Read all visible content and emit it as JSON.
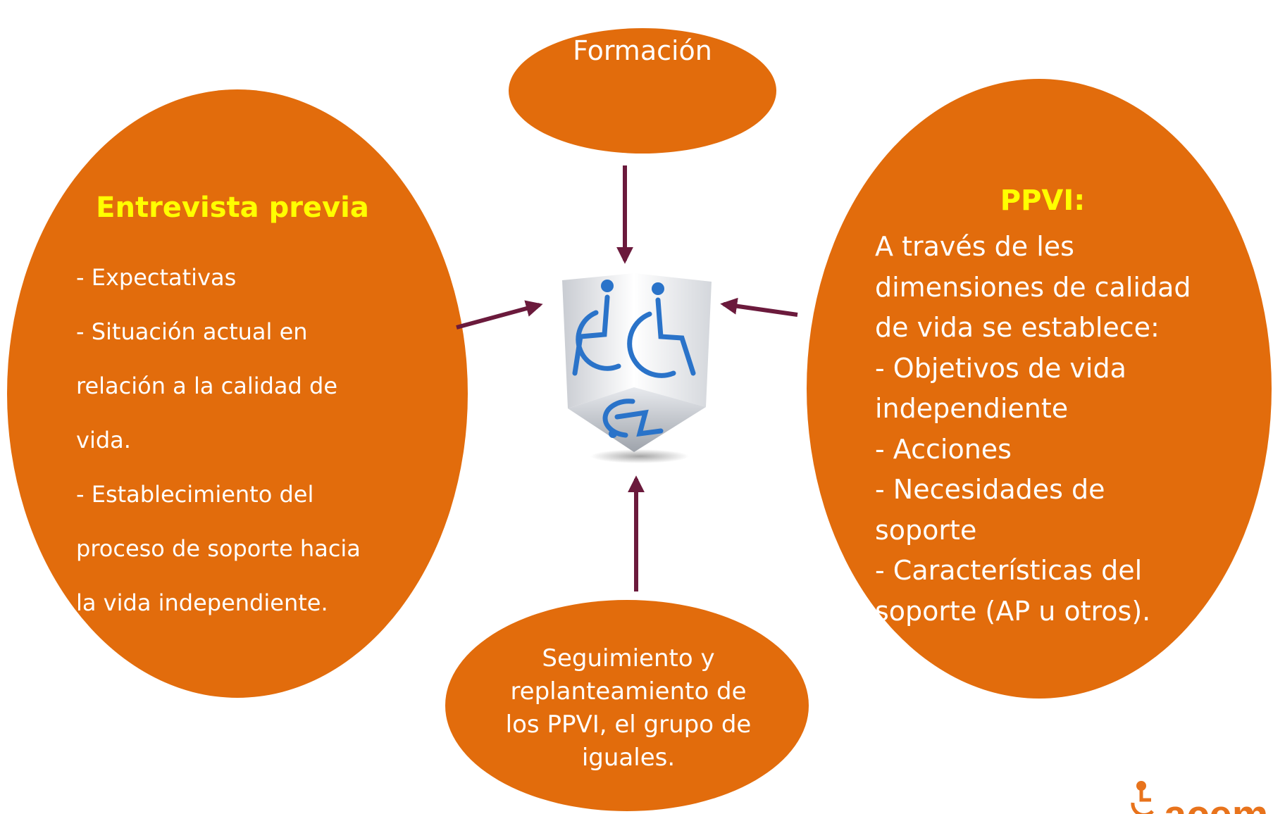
{
  "colors": {
    "node_fill": "#e26c0c",
    "arrow": "#6b1a3c",
    "title_highlight": "#ffff00",
    "text": "#ffffff",
    "logo": "#e8731c",
    "icon_blue": "#2a73c9"
  },
  "nodes": {
    "formacion": {
      "label": "Formación"
    },
    "entrevista": {
      "title": "Entrevista previa",
      "lines": [
        "- Expectativas",
        "- Situación actual en",
        "relación a la calidad de",
        "vida.",
        "- Establecimiento del",
        "proceso de soporte hacia",
        "la vida  independiente."
      ]
    },
    "ppvi": {
      "title": "PPVI:",
      "lines": [
        "A través de les",
        "dimensiones de calidad",
        "de vida se establece:",
        "- Objetivos de vida",
        "independiente",
        "- Acciones",
        "- Necesidades de",
        "soporte",
        "- Características del",
        "soporte (AP u otros)."
      ]
    },
    "seguimiento": {
      "lines": [
        "Seguimiento y",
        "replanteamiento de",
        "los PPVI, el grupo de",
        "iguales."
      ]
    }
  },
  "center_icon": {
    "icon": "wheelchair-cube-icon"
  },
  "logo": {
    "text": "acem"
  }
}
